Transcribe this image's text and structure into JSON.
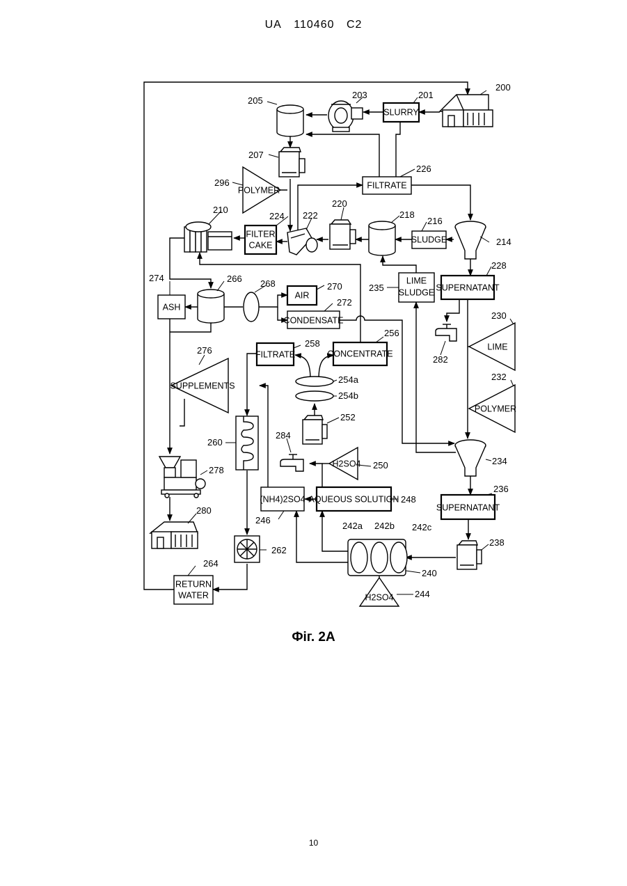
{
  "header": {
    "country": "UA",
    "number": "110460",
    "kind": "C2"
  },
  "caption": "Фіг. 2А",
  "page_number": "10",
  "boxes": {
    "slurry": "SLURRY",
    "filtrate_top": "FILTRATE",
    "filter_cake_1": "FILTER",
    "filter_cake_2": "CAKE",
    "sludge": "SLUDGE",
    "lime_sludge_1": "LIME",
    "lime_sludge_2": "SLUDGE",
    "supernatant_1": "SUPERNATANT",
    "ash": "ASH",
    "air": "AIR",
    "condensate": "CONDENSATE",
    "filtrate_mid": "FILTRATE",
    "concentrate": "CONCENTRATE",
    "ammonium_sulfate": "(NH4)2SO4",
    "aqueous_solution": "AQUEOUS SOLUTION",
    "supernatant_2": "SUPERNATANT",
    "return_water_1": "RETURN",
    "return_water_2": "WATER"
  },
  "triangles": {
    "polymer_top": "POLYMER",
    "supplements": "SUPPLEMENTS",
    "lime": "LIME",
    "polymer_right": "POLYMER",
    "h2so4_mid": "H2SO4",
    "h2so4_bottom": "H2SO4"
  },
  "refs": {
    "r200": "200",
    "r201": "201",
    "r203": "203",
    "r205": "205",
    "r207": "207",
    "r210": "210",
    "r214": "214",
    "r216": "216",
    "r218": "218",
    "r220": "220",
    "r222": "222",
    "r224": "224",
    "r226": "226",
    "r228": "228",
    "r230": "230",
    "r232": "232",
    "r234": "234",
    "r235": "235",
    "r236": "236",
    "r238": "238",
    "r240": "240",
    "r242a": "242a",
    "r242b": "242b",
    "r242c": "242c",
    "r244": "244",
    "r246": "246",
    "r248": "248",
    "r250": "250",
    "r252": "252",
    "r254a": "254a",
    "r254b": "254b",
    "r256": "256",
    "r258": "258",
    "r260": "260",
    "r262": "262",
    "r264": "264",
    "r266": "266",
    "r268": "268",
    "r270": "270",
    "r272": "272",
    "r274": "274",
    "r276": "276",
    "r278": "278",
    "r280": "280",
    "r282": "282",
    "r284": "284",
    "r296": "296"
  }
}
